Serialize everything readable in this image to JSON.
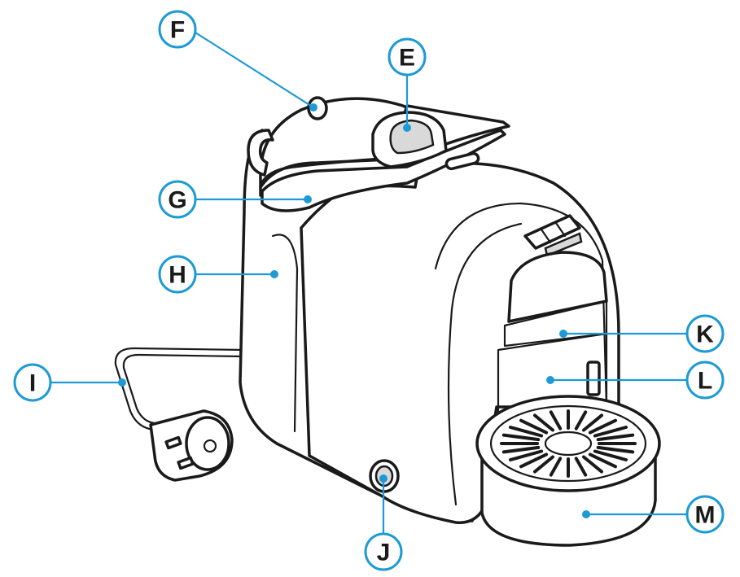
{
  "colors": {
    "accent": "#1d9ad6",
    "line": "#1a1a1a",
    "background": "#ffffff"
  },
  "labels": {
    "E": "E",
    "F": "F",
    "G": "G",
    "H": "H",
    "I": "I",
    "J": "J",
    "K": "K",
    "L": "L",
    "M": "M"
  }
}
